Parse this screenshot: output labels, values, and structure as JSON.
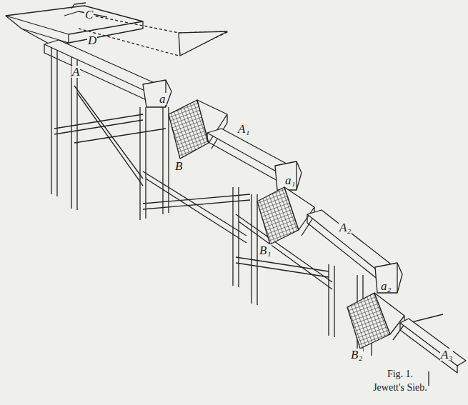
{
  "diagram": {
    "caption": "Fig. 1. Jewett's Sieb.",
    "labels": [
      "C",
      "D",
      "A",
      "a",
      "B",
      "A₁",
      "a₁",
      "B₁",
      "A₂",
      "a₂",
      "B₂",
      "A₃"
    ]
  }
}
